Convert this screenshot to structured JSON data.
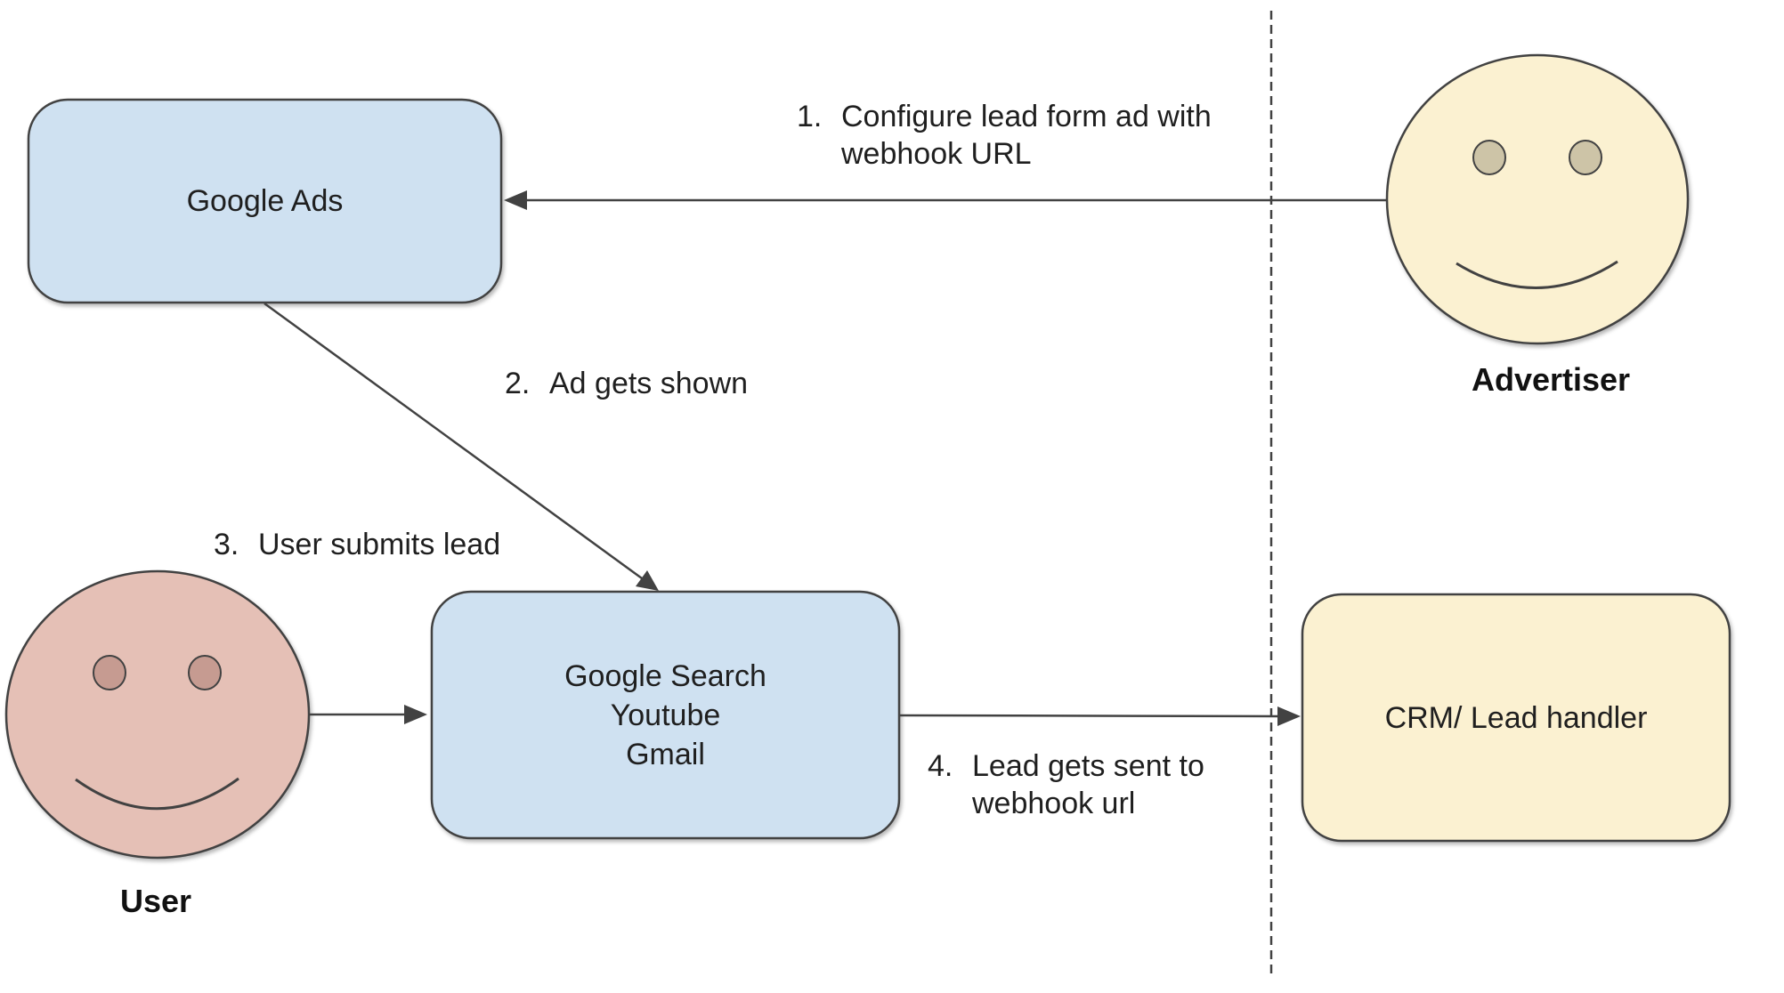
{
  "nodes": {
    "google_ads": {
      "label": "Google Ads"
    },
    "channels": {
      "label": "Google Search\nYoutube\nGmail"
    },
    "crm": {
      "label": "CRM/ Lead handler"
    }
  },
  "actors": {
    "advertiser": {
      "label": "Advertiser"
    },
    "user": {
      "label": "User"
    }
  },
  "steps": [
    {
      "number": "1.",
      "text": "Configure lead form ad with\nwebhook URL"
    },
    {
      "number": "2.",
      "text": "Ad gets shown"
    },
    {
      "number": "3.",
      "text": "User submits lead"
    },
    {
      "number": "4.",
      "text": "Lead gets sent to\nwebhook url"
    }
  ],
  "colors": {
    "node_fill_blue": "#cfe1f1",
    "node_fill_yellow": "#fbf1d1",
    "user_face_fill": "#e5c0b6",
    "user_eye_fill": "#c69b91",
    "advertiser_eye_fill": "#cdc4a7",
    "stroke": "#424242",
    "text": "#1f1f1f"
  }
}
